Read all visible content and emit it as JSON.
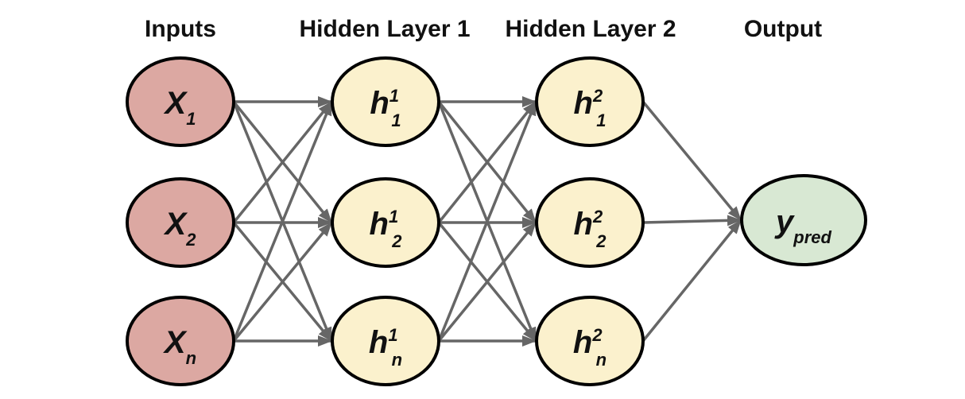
{
  "figure": {
    "type": "neural-network-diagram",
    "background_color": "#ffffff",
    "edge_color": "#666666",
    "node_border_color": "#000000",
    "connectivity": "every node connects with an arrow to every node of the next layer",
    "layers": [
      {
        "id": "inputs",
        "header": "Inputs",
        "fill": "#DCA8A2",
        "nodes": [
          {
            "id": "x1",
            "base": "X",
            "sub": "1"
          },
          {
            "id": "x2",
            "base": "X",
            "sub": "2"
          },
          {
            "id": "xn",
            "base": "X",
            "sub": "n"
          }
        ]
      },
      {
        "id": "hidden-layer-1",
        "header": "Hidden Layer 1",
        "fill": "#FBF1CD",
        "nodes": [
          {
            "id": "h1-1",
            "base": "h",
            "sup": "1",
            "sub": "1"
          },
          {
            "id": "h1-2",
            "base": "h",
            "sup": "1",
            "sub": "2"
          },
          {
            "id": "h1-n",
            "base": "h",
            "sup": "1",
            "sub": "n"
          }
        ]
      },
      {
        "id": "hidden-layer-2",
        "header": "Hidden Layer 2",
        "fill": "#FBF1CD",
        "nodes": [
          {
            "id": "h2-1",
            "base": "h",
            "sup": "2",
            "sub": "1"
          },
          {
            "id": "h2-2",
            "base": "h",
            "sup": "2",
            "sub": "2"
          },
          {
            "id": "h2-n",
            "base": "h",
            "sup": "2",
            "sub": "n"
          }
        ]
      },
      {
        "id": "output",
        "header": "Output",
        "fill": "#D8E8D3",
        "nodes": [
          {
            "id": "y-pred",
            "base": "y",
            "sub": "pred"
          }
        ]
      }
    ]
  }
}
